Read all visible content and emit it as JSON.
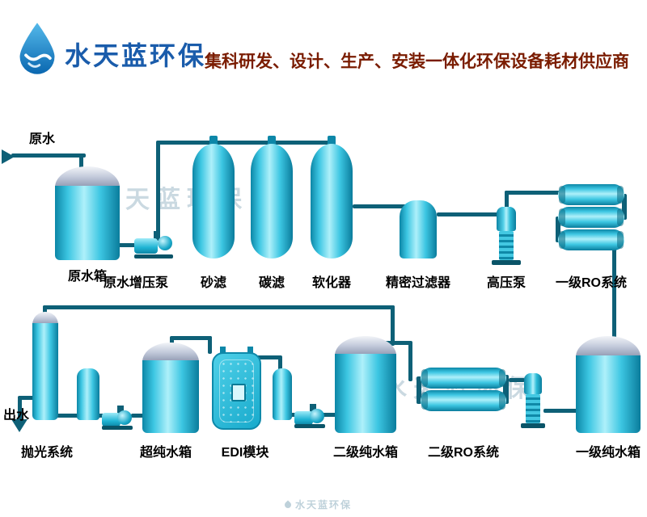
{
  "header": {
    "brand": "水天蓝环保",
    "tagline": "集科研发、设计、生产、安装一体化环保设备耗材供应商"
  },
  "colors": {
    "brand_blue": "#1a5cab",
    "tagline_red": "#7a1c00",
    "equipment_cyan": "#2cc3e2",
    "dome_gray": "#b9c2d4",
    "pipe_dark": "#0e6077",
    "watermark": "#afc6d2"
  },
  "diagram": {
    "watermark": "水天蓝环保",
    "inlet_label": "原水",
    "outlet_label": "出水",
    "equipment": {
      "raw_tank": "原水箱",
      "booster_pump": "原水增压泵",
      "sand_filter": "砂滤",
      "carbon_filter": "碳滤",
      "softener": "软化器",
      "precision_filter": "精密过滤器",
      "hp_pump": "高压泵",
      "ro1": "一级RO系统",
      "polish": "抛光系统",
      "ultrapure_tank": "超纯水箱",
      "edi": "EDI模块",
      "pure_tank2": "二级纯水箱",
      "ro2": "二级RO系统",
      "pure_tank1": "一级纯水箱"
    }
  }
}
